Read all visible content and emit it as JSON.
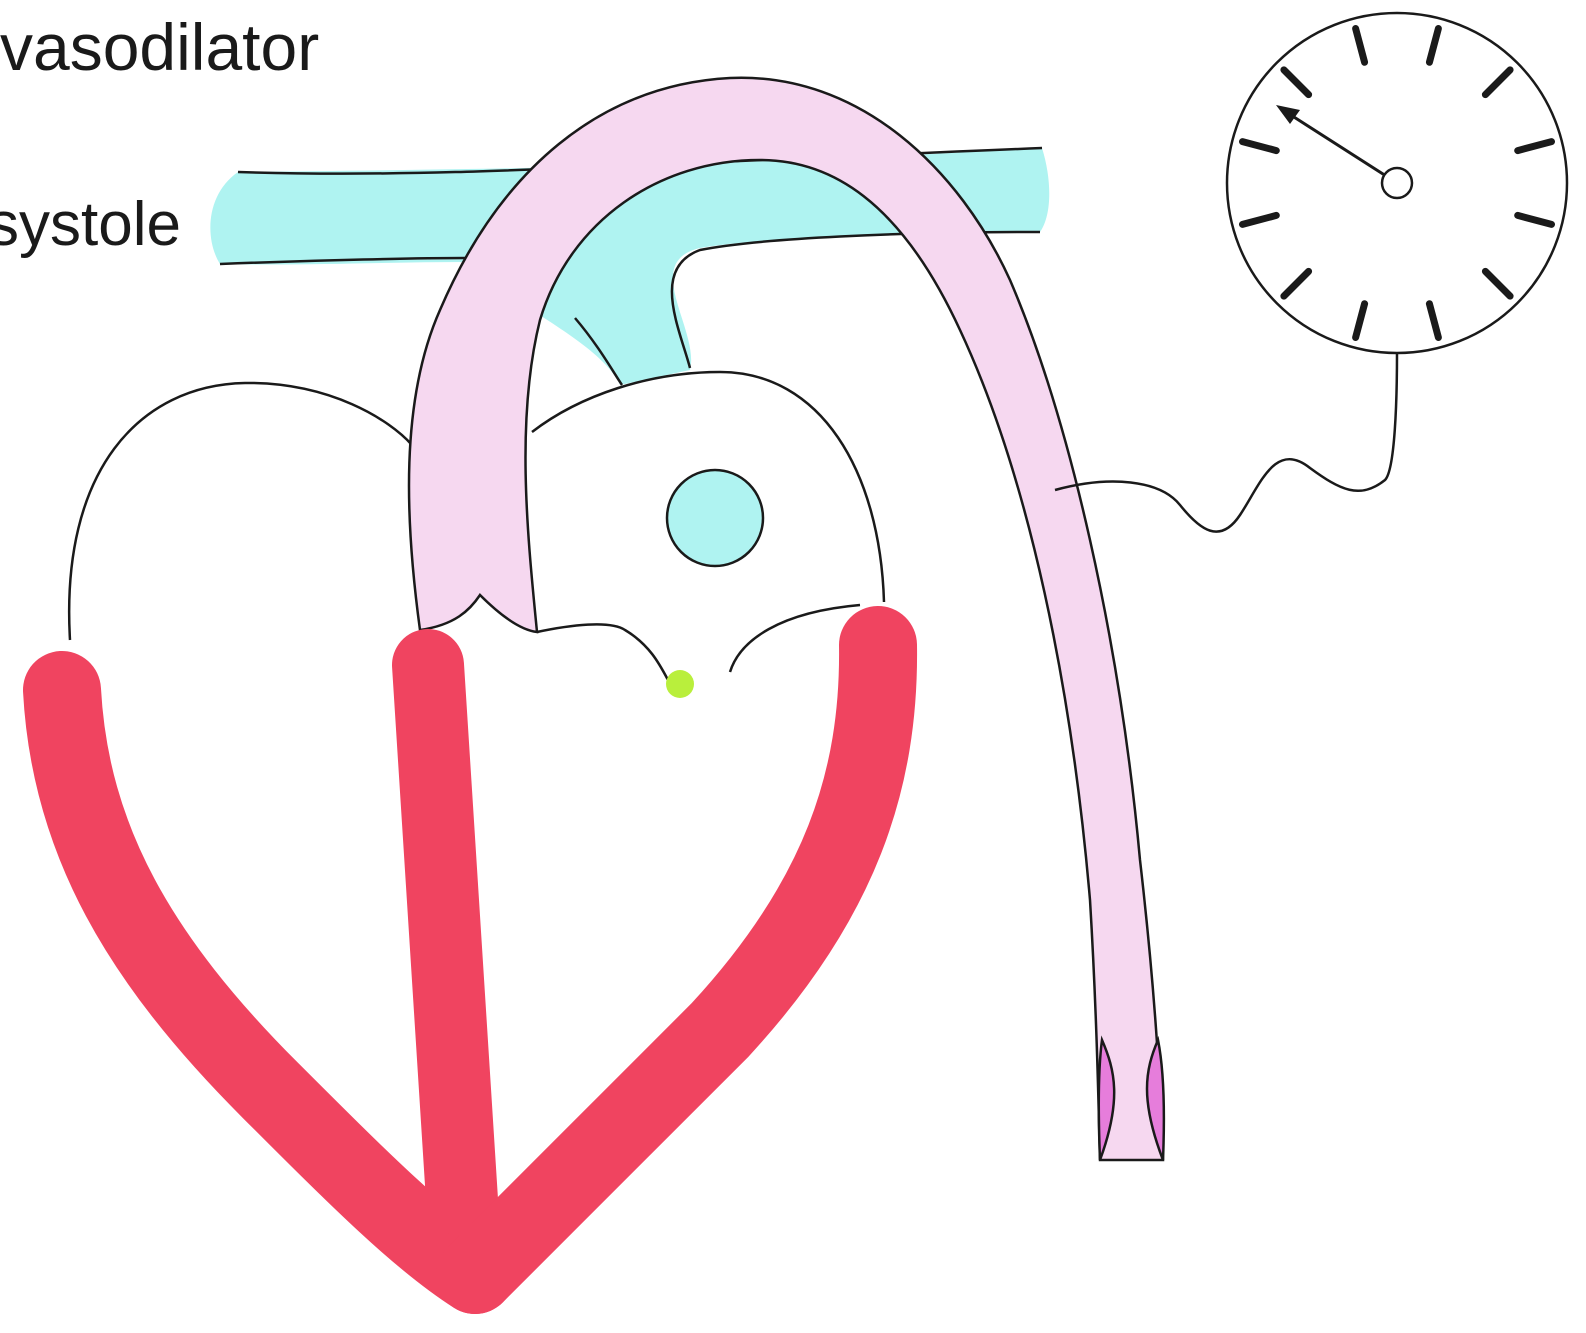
{
  "labels": {
    "top": "vasodilator",
    "middle": "systole"
  },
  "colors": {
    "vessel_cyan": "#aff3f1",
    "catheter_pink": "#f6d8f0",
    "heart_wall_red": "#f04460",
    "valve_magenta": "#e67ddb",
    "node_green": "#b9ef3c",
    "outline": "#1a1a1a"
  },
  "gauge": {
    "tick_count": 12
  }
}
